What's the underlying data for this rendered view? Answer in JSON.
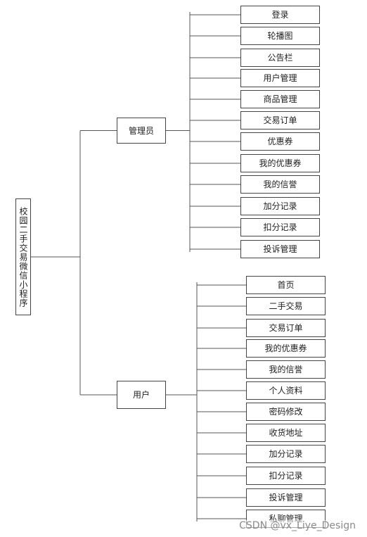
{
  "root": {
    "label": "校园二手交易微信小程序"
  },
  "branches": [
    {
      "label": "管理员",
      "children": [
        "登录",
        "轮播图",
        "公告栏",
        "用户管理",
        "商品管理",
        "交易订单",
        "优惠券",
        "我的优惠券",
        "我的信誉",
        "加分记录",
        "扣分记录",
        "投诉管理"
      ]
    },
    {
      "label": "用户",
      "children": [
        "首页",
        "二手交易",
        "交易订单",
        "我的优惠券",
        "我的信誉",
        "个人资料",
        "密码修改",
        "收货地址",
        "加分记录",
        "扣分记录",
        "投诉管理",
        "私聊管理"
      ]
    }
  ],
  "watermark": "CSDN @vx_Liye_Design"
}
